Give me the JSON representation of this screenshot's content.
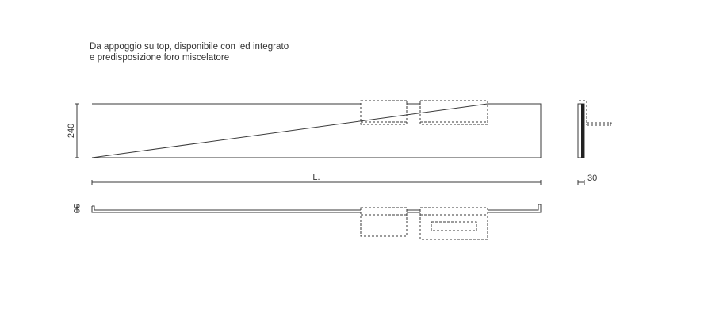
{
  "description": {
    "line1": "Da appoggio su top, disponibile con led integrato",
    "line2": "e predisposizione foro miscelatore"
  },
  "dimensions": {
    "height_front": "240",
    "length": "L.",
    "depth_side": "30",
    "thickness_top": "30"
  },
  "colors": {
    "line": "#3a3a3a",
    "text": "#333333"
  }
}
